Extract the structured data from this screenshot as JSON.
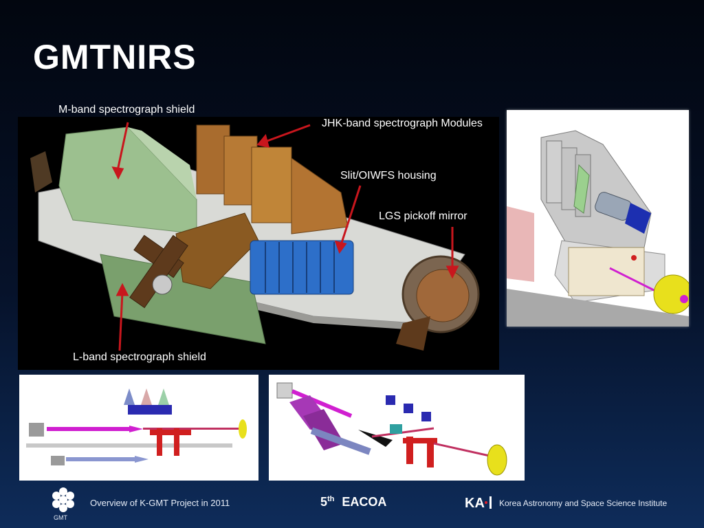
{
  "slide": {
    "title": "GMTNIRS"
  },
  "labels": {
    "m_band": "M-band spectrograph shield",
    "jhk_band": "JHK-band spectrograph Modules",
    "slit": "Slit/OIWFS housing",
    "lgs": "LGS pickoff mirror",
    "l_band": "L-band spectrograph shield"
  },
  "footer": {
    "logo_text": "GMT",
    "project": "Overview of K-GMT Project in 2011",
    "conference_number": "5",
    "conference_sup": "th",
    "conference_name": "EACOA",
    "kasi_logo": "KASI",
    "institute": "Korea Astronomy and Space Science Institute"
  },
  "colors": {
    "arrow": "#c8161d",
    "shield_green": "#9cc08f",
    "module_brown": "#a96c2e",
    "housing_blue": "#2d6fc9",
    "beam_magenta": "#d01fd0"
  }
}
